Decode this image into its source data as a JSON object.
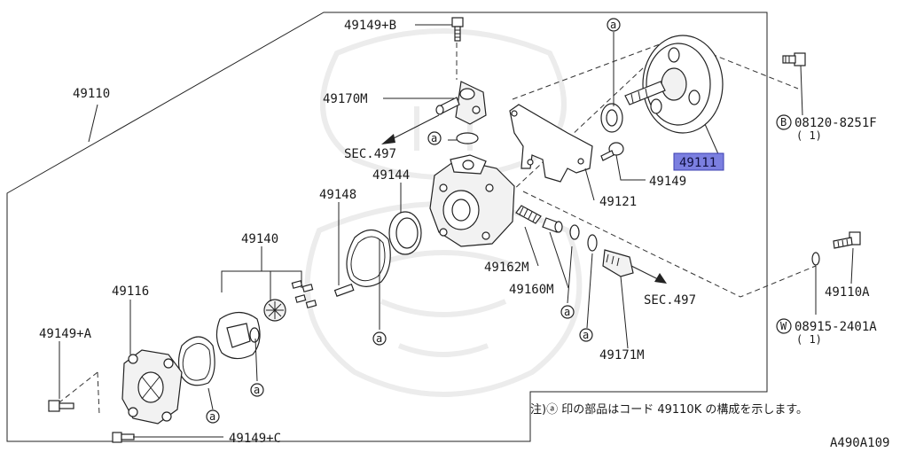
{
  "diagram": {
    "labels": {
      "p49149B": "49149+B",
      "p49170M": "49170M",
      "p49110": "49110",
      "sec497_top": "SEC.497",
      "p49144": "49144",
      "p49148": "49148",
      "p49140": "49140",
      "p49116": "49116",
      "p49149A": "49149+A",
      "p49149C": "49149+C",
      "p49111": "49111",
      "p49149": "49149",
      "p49121": "49121",
      "p49162M": "49162M",
      "p49160M": "49160M",
      "sec497_right": "SEC.497",
      "p49171M": "49171M",
      "p08120": "08120-8251F",
      "qty_b": "( 1)",
      "p49110A": "49110A",
      "p08915": "08915-2401A",
      "qty_w": "( 1)",
      "circle_b": "B",
      "circle_w": "W",
      "mark_a": "a"
    },
    "note": "注)ⓐ 印の部品はコード 49110K の構成を示します。",
    "ref_code": "A490A109"
  }
}
